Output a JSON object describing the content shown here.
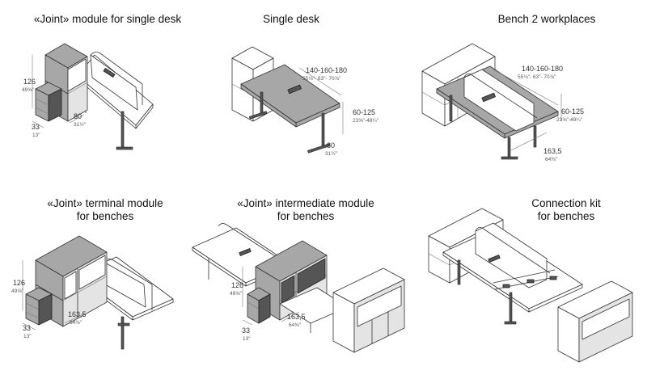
{
  "titles": {
    "p1": "«Joint» module for single desk",
    "p2": "Single desk",
    "p3": "Bench 2 workplaces",
    "p4_line1": "«Joint» terminal module",
    "p4_line2": "for benches",
    "p5_line1": "«Joint» intermediate module",
    "p5_line2": "for benches",
    "p6_line1": "Connection kit",
    "p6_line2": "for benches"
  },
  "dims": {
    "p1_h": "126",
    "p1_h_in": "49⅝\"",
    "p1_w": "80",
    "p1_w_in": "31½\"",
    "p1_d": "33",
    "p1_d_in": "13\"",
    "p2_len": "140-160-180",
    "p2_len_in": "55⅛\"- 63\"- 70⅞\"",
    "p2_ht": "60-125",
    "p2_ht_in": "23⅝\"-49¼\"",
    "p2_w": "80",
    "p2_w_in": "31½\"",
    "p3_len": "140-160-180",
    "p3_len_in": "55⅛\"- 63\"- 70⅞\"",
    "p3_ht": "60-125",
    "p3_ht_in": "23⅝\"-49¼\"",
    "p3_w": "163,5",
    "p3_w_in": "64⅜\"",
    "p4_h": "126",
    "p4_h_in": "49⅝\"",
    "p4_w": "163,5",
    "p4_w_in": "64⅜\"",
    "p4_d": "33",
    "p4_d_in": "13\"",
    "p5_h": "126",
    "p5_h_in": "49⅝\"",
    "p5_w": "163,5",
    "p5_w_in": "64⅜\"",
    "p5_d": "33",
    "p5_d_in": "13\""
  }
}
